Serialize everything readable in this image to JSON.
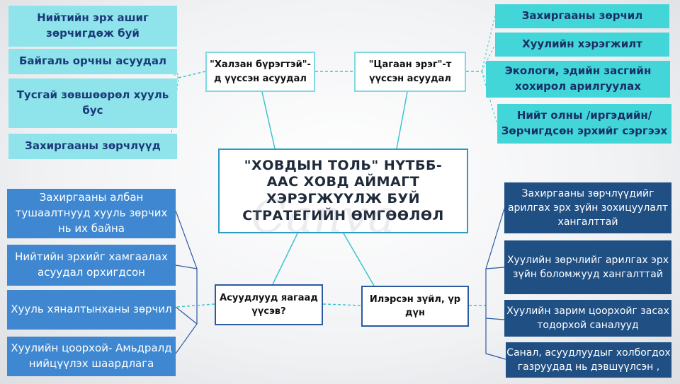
{
  "center": {
    "title": "\"ХОВДЫН ТОЛЬ\" НҮТББ-ААС ХОВД АЙМАГТ ХЭРЭГЖҮҮЛЖ БУЙ СТРАТЕГИЙН ӨМГӨӨЛӨЛ"
  },
  "hubs": {
    "top_left": "\"Халзан бүрэгтэй\"-д үүссэн асуудал",
    "top_right": "\"Цагаан эрэг\"-т үүссэн асуудал",
    "bottom_left": "Асуудлууд яагаад үүсэв?",
    "bottom_right": "Илэрсэн зүйл, үр дүн"
  },
  "top_left_items": [
    "Нийтийн эрх ашиг зөрчигдөж буй",
    "Байгаль орчны асуудал",
    "Тусгай зөвшөөрөл хууль бус",
    "Захиргааны зөрчлүүд"
  ],
  "top_right_items": [
    "Захиргааны зөрчил",
    "Хуулийн хэрэгжилт",
    "Экологи, эдийн засгийн хохирол арилгуулах",
    "Нийт олны /иргэдийн/ Зөрчигдсөн эрхийг сэргээх"
  ],
  "bottom_left_items": [
    "Захиргааны албан тушаалтнууд хууль зөрчих нь их байна",
    "Нийтийн эрхийг хамгаалах асуудал орхигдсон",
    "Хууль хяналтынханы зөрчил",
    "Хуулийн цоорхой- Амьдралд нийцүүлэх шаардлага"
  ],
  "bottom_right_items": [
    "Захиргааны зөрчлүүдийг арилгах эрх зүйн зохицуулалт хангалттай",
    "Хуулийн зөрчлийг арилгах эрх зүйн боломжууд хангалттай",
    "Хуулийн зарим цоорхойг засах тодорхой саналууд",
    "Санал, асуудлуудыг холбогдох газруудад нь дэвшүүлсэн ,"
  ],
  "watermark": "Canva",
  "colors": {
    "top_left_box": "#8ee4ea",
    "top_right_box": "#43d6d9",
    "bottom_left_box": "#3f87d0",
    "bottom_right_box": "#1f4f83",
    "center_border": "#2b9cc4",
    "connector": "#3ec3d0"
  }
}
